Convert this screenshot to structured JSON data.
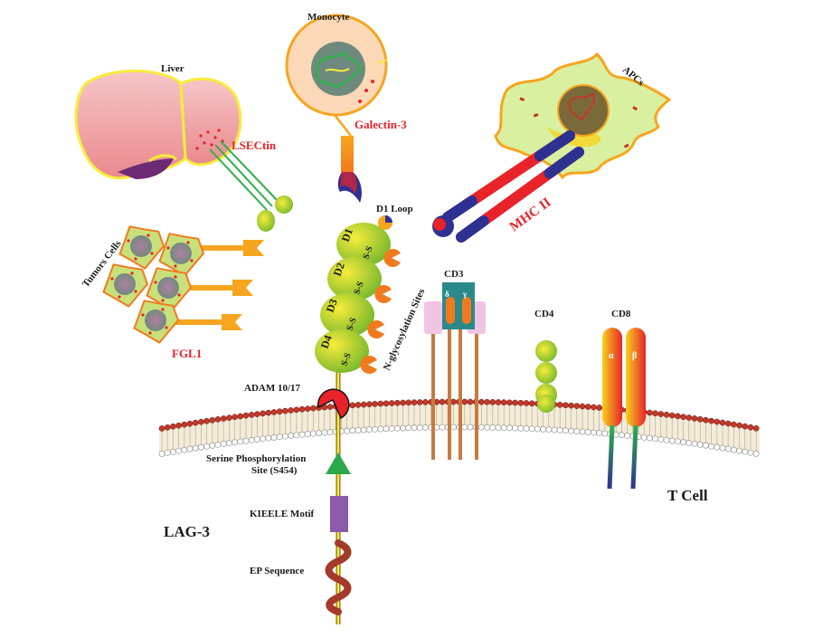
{
  "labels": {
    "liver": "Liver",
    "lsectin": "LSECtin",
    "monocyte": "Monocyte",
    "galectin3": "Galectin-3",
    "apcs": "APCs",
    "mhc2": "MHC II",
    "tumor_cells": "Tumors Cells",
    "fgl1": "FGL1",
    "d1_loop": "D1 Loop",
    "d1": "D1",
    "d2": "D2",
    "d3": "D3",
    "d4": "D4",
    "ss": "S-S",
    "nglyco": "N-glycosylation Sites",
    "cd3": "CD3",
    "delta": "δ",
    "gamma": "γ",
    "cd4": "CD4",
    "cd8": "CD8",
    "alpha": "α",
    "beta": "β",
    "adam": "ADAM 10/17",
    "serine_line1": "Serine Phosphorylation",
    "serine_line2": "Site (S454)",
    "kieele": "KIEELE Motif",
    "ep": "EP Sequence",
    "lag3": "LAG-3",
    "tcell": "T Cell"
  },
  "colors": {
    "accent_red": "#e8232a",
    "membrane_head": "#c0392b",
    "domain_green": "#8cc63f",
    "domain_yellow": "#f7ec3b"
  }
}
